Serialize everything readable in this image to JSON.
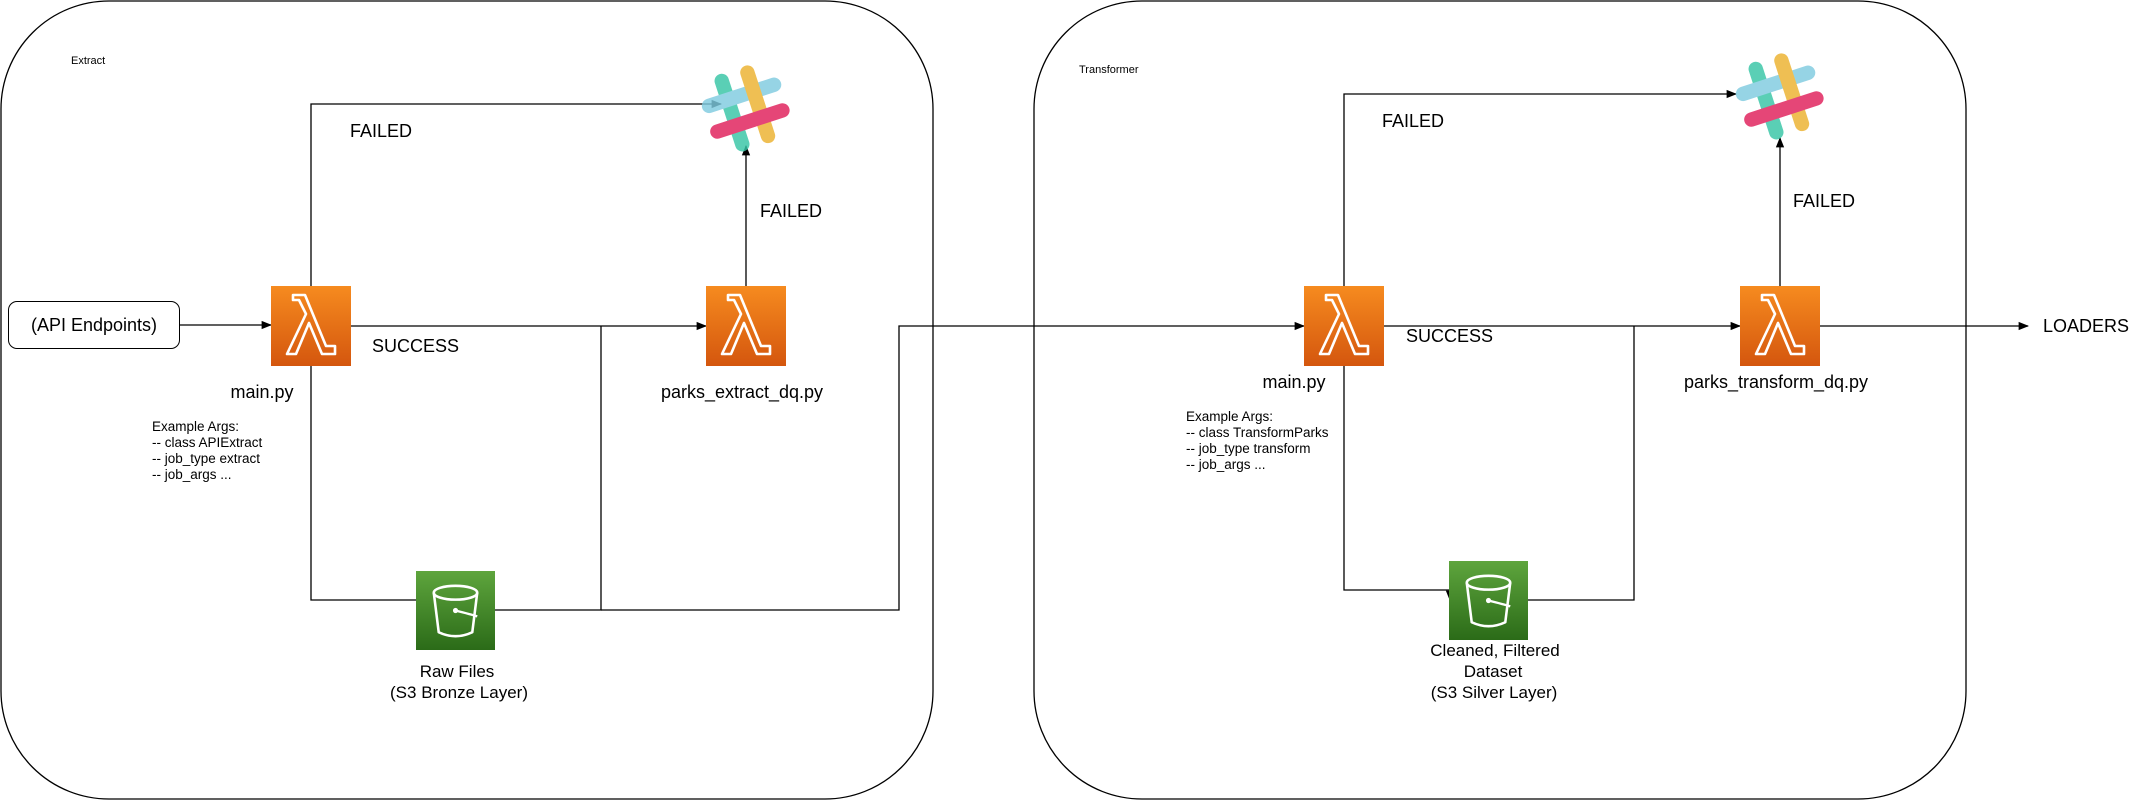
{
  "panels": {
    "extract_title": "Extract",
    "transform_title": "Transformer"
  },
  "extract": {
    "source_label": "(API Endpoints)",
    "main_label": "main.py",
    "dq_label": "parks_extract_dq.py",
    "failed_top": "FAILED",
    "failed_dq": "FAILED",
    "success": "SUCCESS",
    "args_title": "Example Args:",
    "args": [
      "-- class APIExtract",
      "-- job_type extract",
      "-- job_args ..."
    ],
    "bucket_line1": "Raw Files",
    "bucket_line2": "(S3 Bronze Layer)"
  },
  "transform": {
    "main_label": "main.py",
    "dq_label": "parks_transform_dq.py",
    "failed_top": "FAILED",
    "failed_dq": "FAILED",
    "success": "SUCCESS",
    "args_title": "Example Args:",
    "args": [
      "-- class TransformParks",
      "-- job_type transform",
      "-- job_args ..."
    ],
    "bucket_line1": "Cleaned, Filtered",
    "bucket_line2": "Dataset",
    "bucket_line3": "(S3 Silver Layer)",
    "target_label": "LOADERS"
  },
  "icons": {
    "lambda": "aws-lambda-icon",
    "s3": "s3-bucket-icon",
    "slack": "slack-icon"
  },
  "colors": {
    "lambda_top": "#f68b1f",
    "lambda_bottom": "#d4560e",
    "s3_top": "#5ea53d",
    "s3_bottom": "#2b6b18",
    "slack_teal": "#36c5a6",
    "slack_blue": "#7fcbe0",
    "slack_yellow": "#ecb22e",
    "slack_pink": "#e01e5a"
  }
}
